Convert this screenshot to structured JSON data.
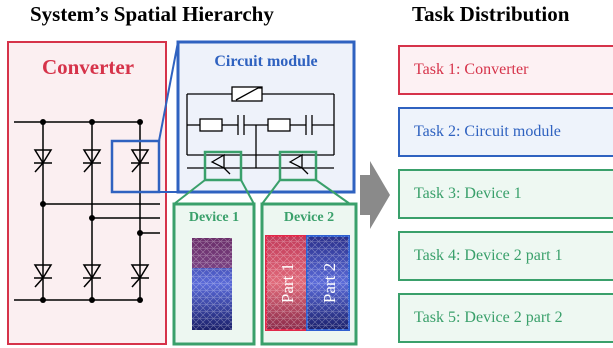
{
  "hierarchy": {
    "title": "System’s Spatial Hierarchy",
    "converter_label": "Converter",
    "circuit_module_label": "Circuit module",
    "device1_label": "Device 1",
    "device2_label": "Device 2",
    "part1_label": "Part 1",
    "part2_label": "Part 2"
  },
  "tasks": {
    "title": "Task Distribution",
    "items": [
      {
        "label": "Task 1: Converter",
        "color": "#d6334a"
      },
      {
        "label": "Task 2: Circuit module",
        "color": "#2f62c0"
      },
      {
        "label": "Task 3: Device 1",
        "color": "#3aa06b"
      },
      {
        "label": "Task 4: Device 2 part 1",
        "color": "#3aa06b"
      },
      {
        "label": "Task 5: Device 2 part 2",
        "color": "#3aa06b"
      }
    ]
  },
  "colors": {
    "converter": "#d6334a",
    "circuit": "#2f62c0",
    "device": "#3aa06b",
    "arrow": "#8a8a8a"
  }
}
